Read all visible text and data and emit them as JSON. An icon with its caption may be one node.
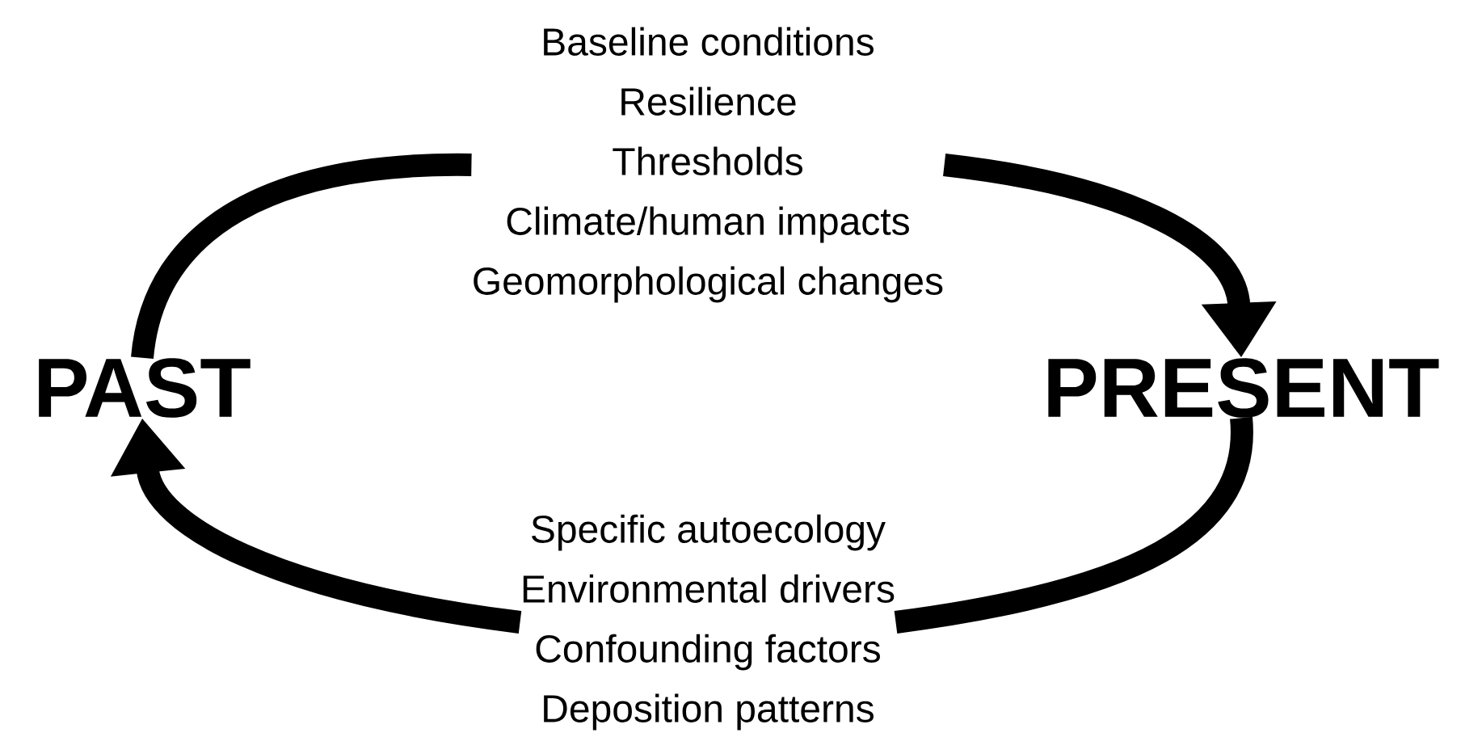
{
  "diagram": {
    "nodes": [
      {
        "text": [
          "PAST"
        ]
      },
      {
        "text": [
          "PRESENT"
        ]
      },
      {
        "text": [
          "Baseline conditions",
          "Resilience",
          "Thresholds",
          "Climate/human impacts",
          "Geomorphological changes"
        ]
      },
      {
        "text": [
          "Specific autoecology",
          "Environmental drivers",
          "Confounding factors",
          "Deposition patterns"
        ]
      }
    ],
    "edges": [
      {
        "from": 0,
        "to": 2,
        "arrow": "none"
      },
      {
        "from": 2,
        "to": 1,
        "arrow": "to"
      },
      {
        "from": 1,
        "to": 3,
        "arrow": "none"
      },
      {
        "from": 3,
        "to": 0,
        "arrow": "to"
      }
    ]
  }
}
